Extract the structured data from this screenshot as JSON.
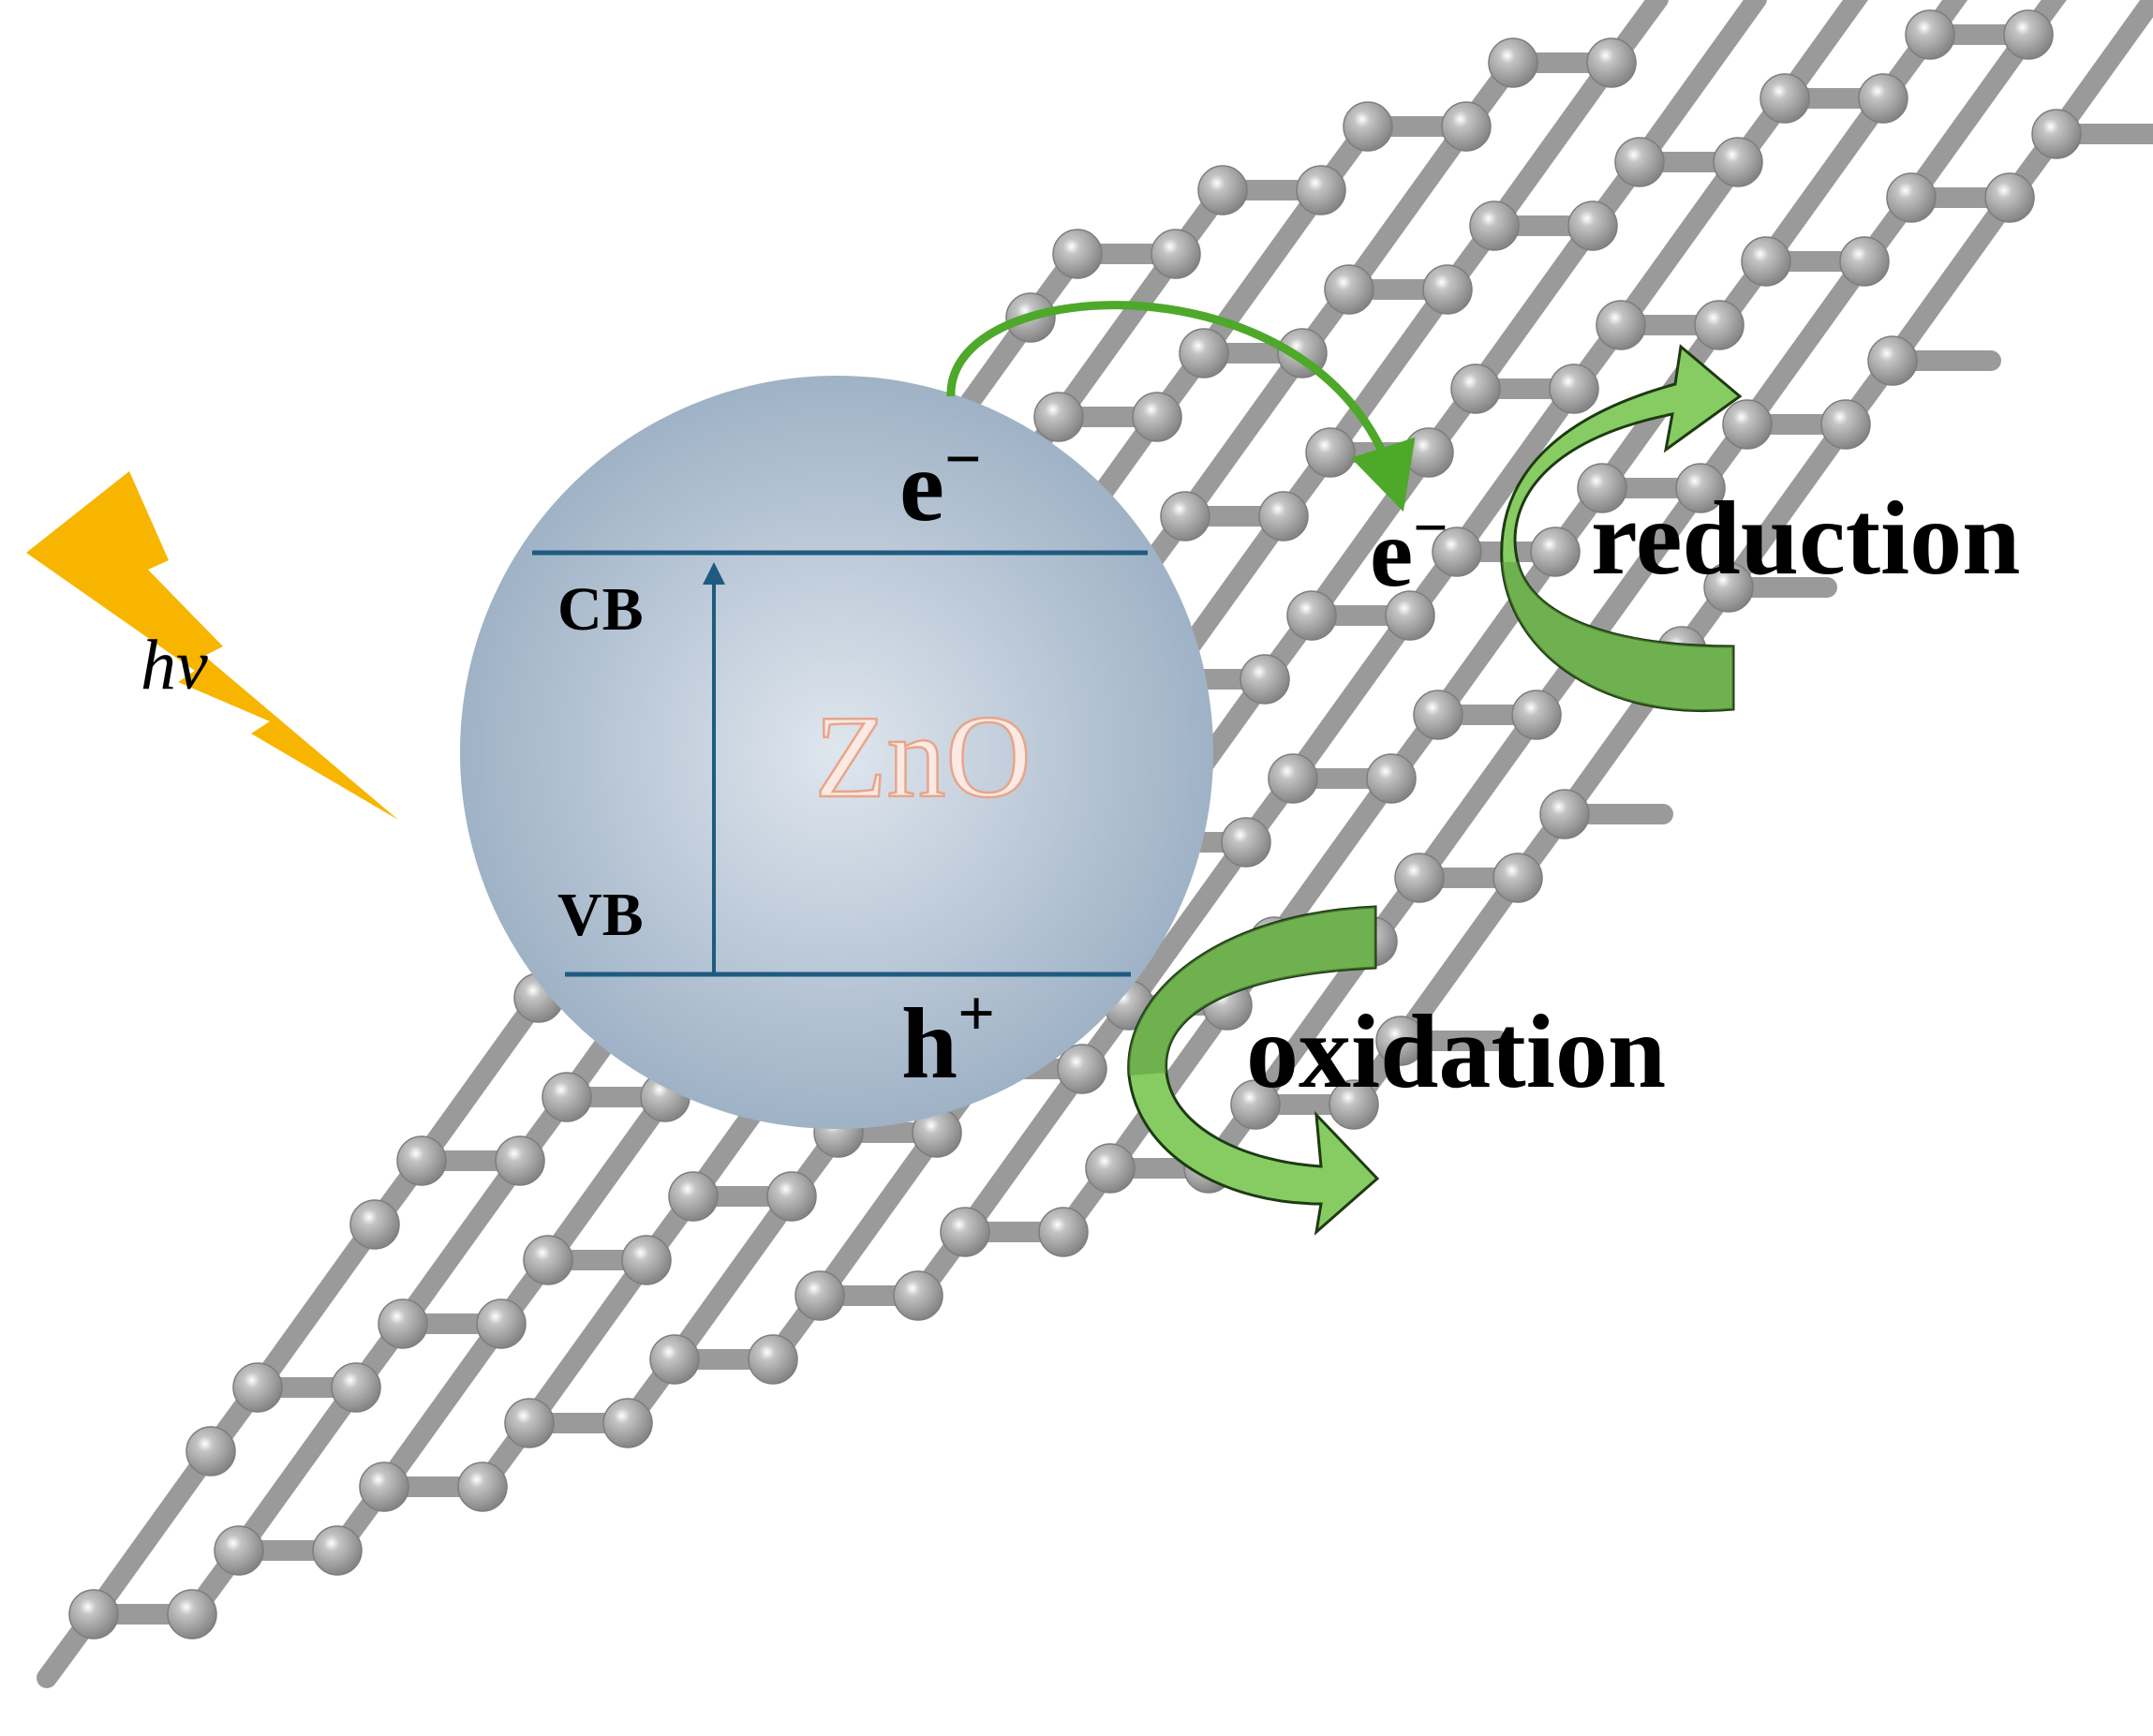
{
  "colors": {
    "lattice": "#9a9a9a",
    "lattice_dark": "#7d7d7d",
    "sphere_light": "#dfe6ee",
    "sphere_dark": "#9fb2c6",
    "band_line": "#1f5a80",
    "lightning": "#f7b500",
    "arrow_green": "#4ea82a",
    "curve_arrow_fill": "#86cc63",
    "curve_arrow_shade": "#5c9a40",
    "curve_arrow_stroke": "#1e3a12",
    "zno_text_fill": "#fbe9e4",
    "zno_text_stroke": "#e8a58a",
    "label_text": "#000000"
  },
  "labels": {
    "light": "hv",
    "particle": "ZnO",
    "conduction_band": "CB",
    "valence_band": "VB",
    "electron_zno": "e",
    "electron_zno_sup": "−",
    "electron_graphene": "e",
    "electron_graphene_sup": "−",
    "hole": "h",
    "hole_sup": "+",
    "reduction": "reduction",
    "oxidation": "oxidation"
  },
  "icons": [
    "lightning-icon",
    "electron-transfer-arrow-icon",
    "curved-arrow-icon",
    "band-gap-arrow-icon"
  ]
}
